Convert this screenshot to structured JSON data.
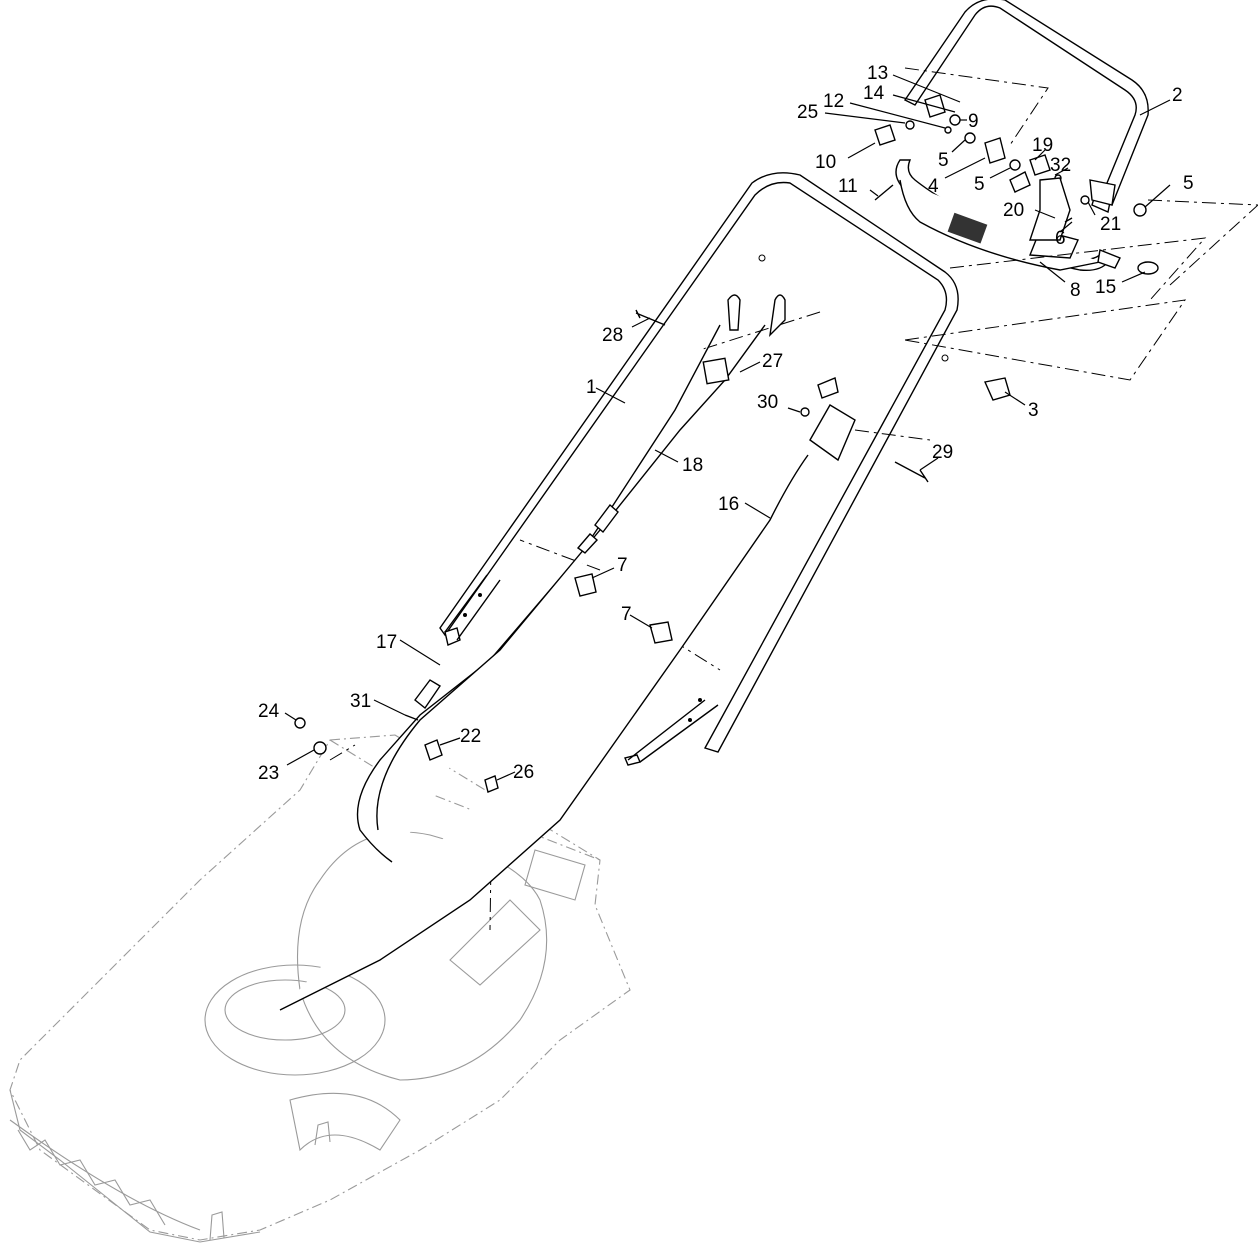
{
  "callouts": [
    {
      "id": "c1",
      "label": "1"
    },
    {
      "id": "c2",
      "label": "2"
    },
    {
      "id": "c3",
      "label": "3"
    },
    {
      "id": "c4",
      "label": "4"
    },
    {
      "id": "c5a",
      "label": "5"
    },
    {
      "id": "c5b",
      "label": "5"
    },
    {
      "id": "c5c",
      "label": "5"
    },
    {
      "id": "c6",
      "label": "6"
    },
    {
      "id": "c7a",
      "label": "7"
    },
    {
      "id": "c7b",
      "label": "7"
    },
    {
      "id": "c8",
      "label": "8"
    },
    {
      "id": "c9",
      "label": "9"
    },
    {
      "id": "c10",
      "label": "10"
    },
    {
      "id": "c11",
      "label": "11"
    },
    {
      "id": "c12",
      "label": "12"
    },
    {
      "id": "c13",
      "label": "13"
    },
    {
      "id": "c14",
      "label": "14"
    },
    {
      "id": "c15",
      "label": "15"
    },
    {
      "id": "c16",
      "label": "16"
    },
    {
      "id": "c17",
      "label": "17"
    },
    {
      "id": "c18",
      "label": "18"
    },
    {
      "id": "c19",
      "label": "19"
    },
    {
      "id": "c20",
      "label": "20"
    },
    {
      "id": "c21",
      "label": "21"
    },
    {
      "id": "c22",
      "label": "22"
    },
    {
      "id": "c23",
      "label": "23"
    },
    {
      "id": "c24",
      "label": "24"
    },
    {
      "id": "c25",
      "label": "25"
    },
    {
      "id": "c26",
      "label": "26"
    },
    {
      "id": "c27",
      "label": "27"
    },
    {
      "id": "c28",
      "label": "28"
    },
    {
      "id": "c29",
      "label": "29"
    },
    {
      "id": "c30",
      "label": "30"
    },
    {
      "id": "c31",
      "label": "31"
    },
    {
      "id": "c32",
      "label": "32"
    }
  ]
}
